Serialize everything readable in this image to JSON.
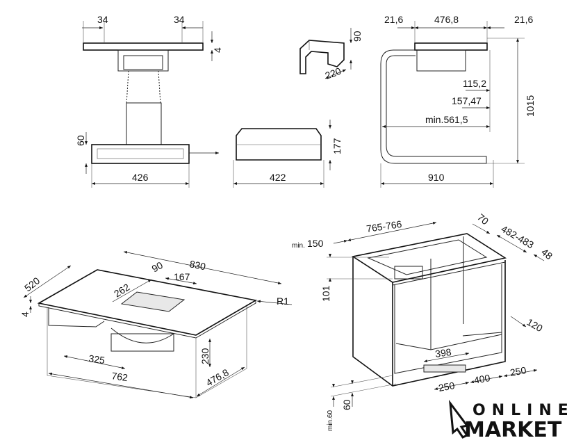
{
  "top_left_view": {
    "d_34_left": "34",
    "d_34_right": "34",
    "d_4": "4",
    "d_60": "60",
    "d_426": "426"
  },
  "duct_piece": {
    "d_90": "90",
    "d_220": "220"
  },
  "plenum": {
    "d_177": "177",
    "d_422": "422"
  },
  "side_view": {
    "d_21_6_left": "21,6",
    "d_476_8": "476,8",
    "d_21_6_right": "21,6",
    "d_1015": "1015",
    "d_115_2": "115,2",
    "d_157_47": "157,47",
    "d_min_561_5": "min.561,5",
    "d_910": "910"
  },
  "hob_iso": {
    "d_520": "520",
    "d_830": "830",
    "d_90": "90",
    "d_262": "262",
    "d_167": "167",
    "d_r1": "R1",
    "d_4": "4",
    "d_325": "325",
    "d_762": "762",
    "d_230": "230",
    "d_476_8": "476,8"
  },
  "cabinet_iso": {
    "d_min_prefix": "min.",
    "d_150": "150",
    "d_765_766": "765-766",
    "d_70": "70",
    "d_482_483": "482-483",
    "d_48": "48",
    "d_101": "101",
    "d_120": "120",
    "d_398": "398",
    "d_250_left": "250",
    "d_400": "400",
    "d_250_right": "250",
    "d_min_60": "min.60",
    "d_60": "60"
  },
  "logo": {
    "line1": "ONLINE",
    "line2": "MARKET"
  }
}
